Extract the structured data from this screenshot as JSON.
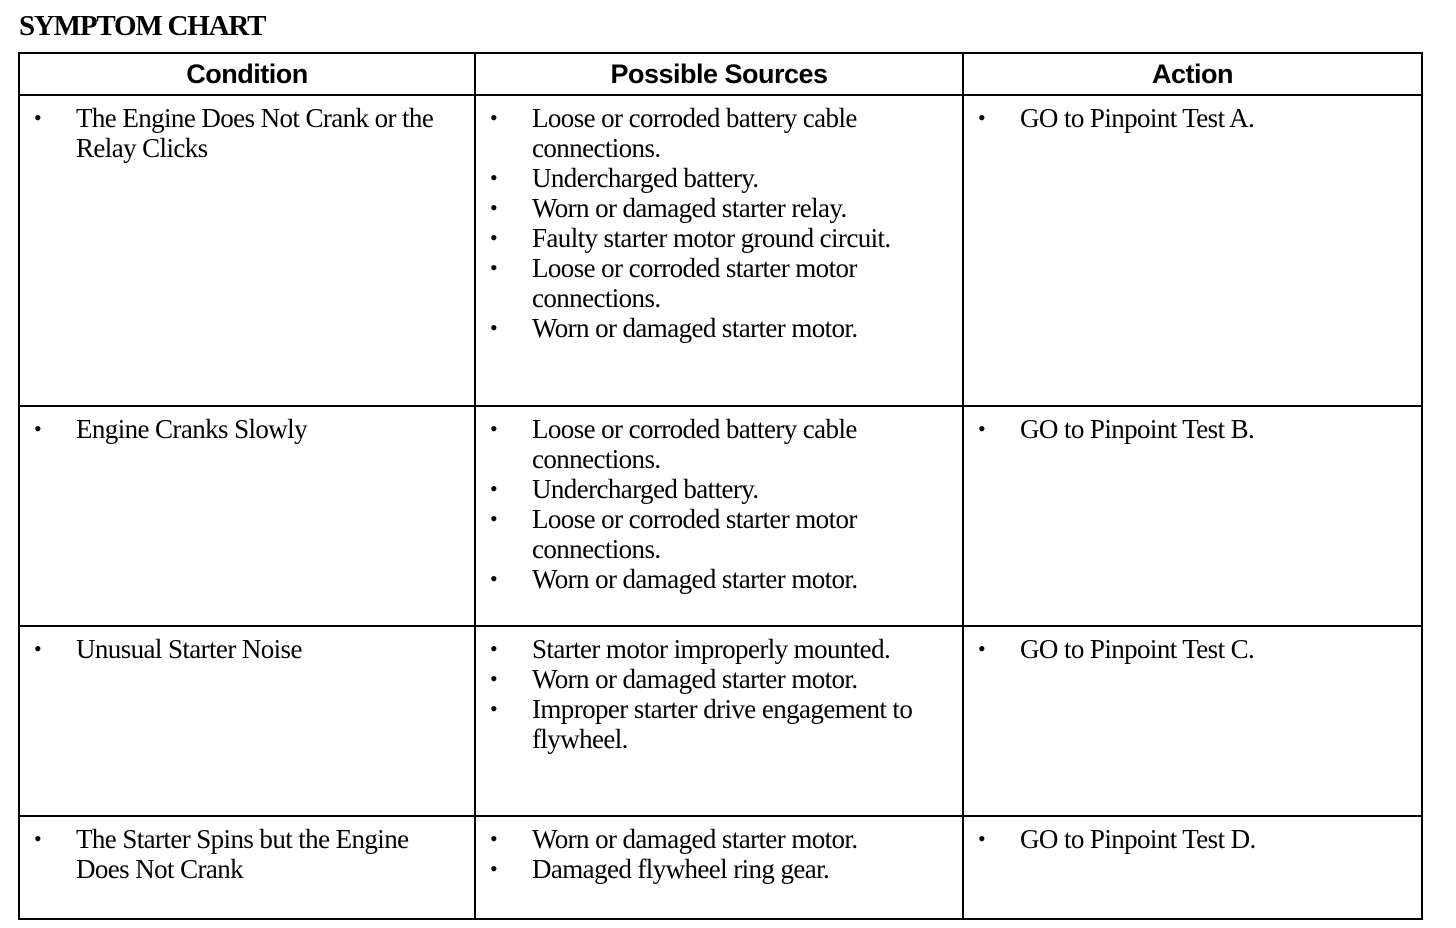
{
  "title": "SYMPTOM CHART",
  "headers": {
    "condition": "Condition",
    "sources": "Possible Sources",
    "action": "Action"
  },
  "rows": [
    {
      "condition": "The Engine Does Not Crank or the Relay Clicks",
      "sources": [
        "Loose or corroded battery cable connections.",
        "Undercharged battery.",
        "Worn or damaged starter relay.",
        "Faulty starter motor ground circuit.",
        "Loose or corroded starter motor connections.",
        "Worn or damaged starter motor."
      ],
      "action": "GO to Pinpoint Test A."
    },
    {
      "condition": "Engine Cranks Slowly",
      "sources": [
        "Loose or corroded battery cable connections.",
        "Undercharged battery.",
        "Loose or corroded starter motor connections.",
        "Worn or damaged starter motor."
      ],
      "action": "GO to Pinpoint Test B."
    },
    {
      "condition": "Unusual Starter Noise",
      "sources": [
        "Starter motor improperly mounted.",
        "Worn or damaged starter motor.",
        "Improper starter drive engagement to flywheel."
      ],
      "action": "GO to Pinpoint Test C."
    },
    {
      "condition": "The Starter Spins but the Engine Does Not Crank",
      "sources": [
        "Worn or damaged starter motor.",
        "Damaged flywheel ring gear."
      ],
      "action": "GO to Pinpoint Test D."
    }
  ]
}
